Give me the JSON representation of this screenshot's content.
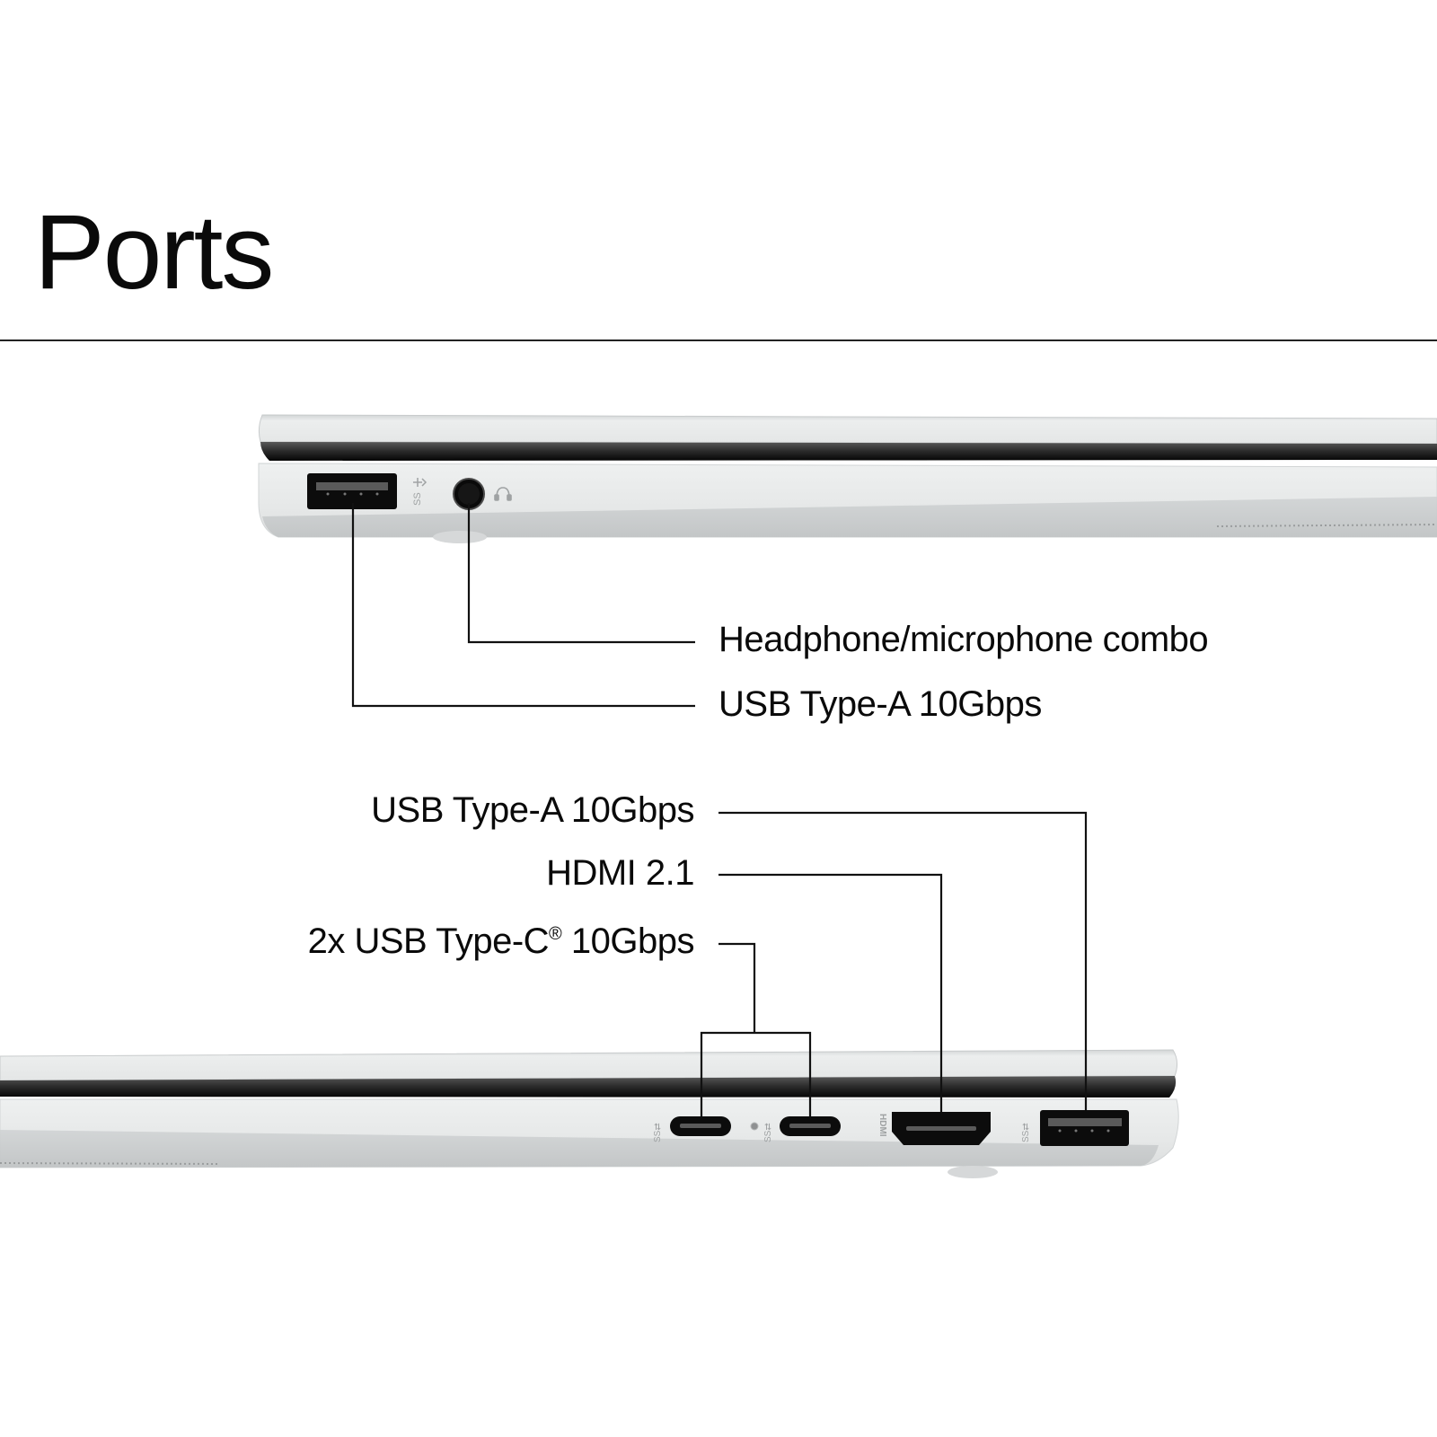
{
  "page": {
    "title": "Ports"
  },
  "left_side": {
    "callouts": [
      {
        "id": "headphone-jack",
        "label": "Headphone/microphone combo"
      },
      {
        "id": "usb-a-left",
        "label": "USB Type-A 10Gbps"
      }
    ],
    "port_icons": [
      "usb-ss-icon",
      "headset-icon"
    ]
  },
  "right_side": {
    "callouts": [
      {
        "id": "usb-a-right",
        "label": "USB Type-A 10Gbps"
      },
      {
        "id": "hdmi",
        "label": "HDMI 2.1"
      },
      {
        "id": "usb-c",
        "label_prefix": "2x USB Type-C",
        "label_reg": "®",
        "label_suffix": " 10Gbps"
      }
    ],
    "port_icons": [
      "usb-ss-power-icon",
      "led-indicator",
      "usb-ss-power-icon",
      "hdmi-logo-icon",
      "usb-ss10-icon"
    ],
    "hdmi_logo_text": "HDMI",
    "usb_ss_text": "SS"
  },
  "colors": {
    "text": "#0a0a0a",
    "line": "#111111",
    "chassis": "#e6e8e8",
    "chassis_shadow": "#c4c7c8",
    "port": "#0c0c0c"
  }
}
